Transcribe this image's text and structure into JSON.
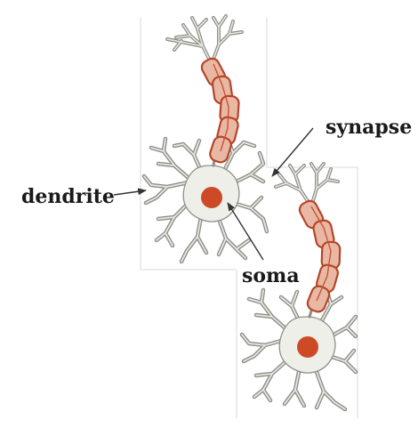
{
  "labels": {
    "synapse": "synapse",
    "dendrite": "dendrite",
    "soma": "soma"
  },
  "colors": {
    "myelin_stroke": "#b5462a",
    "myelin_fill": "#e9b8a4",
    "nucleus": "#cc4a26",
    "dendrite_outline": "#8f8f88"
  }
}
